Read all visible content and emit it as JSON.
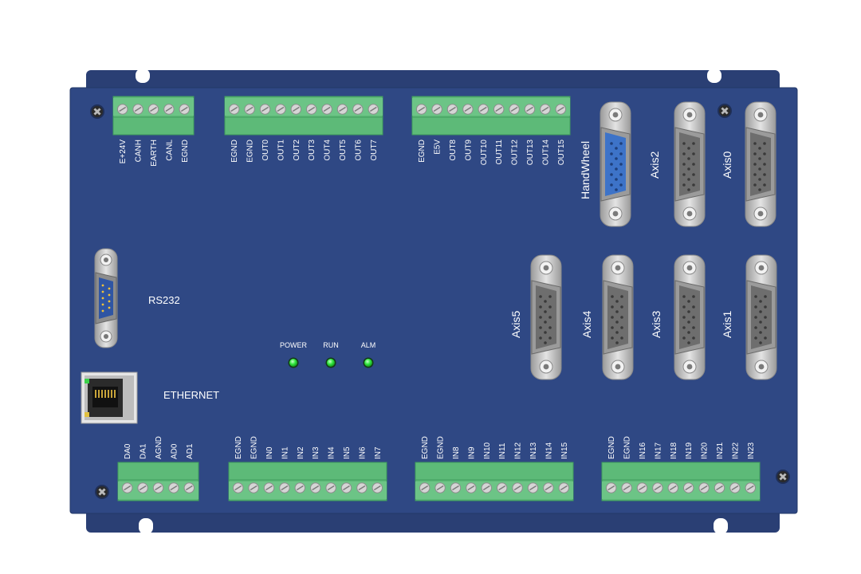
{
  "board": {
    "colors": {
      "panel": "#2f4884",
      "panel_edge": "#233867",
      "terminal": "#5dba78",
      "terminal_dark": "#3f9c5c",
      "screw": "#d5d5d5",
      "db_metal": "#c9c9c9",
      "db_body": "#6e6e6e",
      "db_blue": "#3d73c8",
      "led": "#2fe63c"
    }
  },
  "top_blocks": [
    {
      "pins": [
        "E+24V",
        "CANH",
        "EARTH",
        "CANL",
        "EGND"
      ]
    },
    {
      "pins": [
        "EGND",
        "EGND",
        "OUT0",
        "OUT1",
        "OUT2",
        "OUT3",
        "OUT4",
        "OUT5",
        "OUT6",
        "OUT7"
      ]
    },
    {
      "pins": [
        "EGND",
        "E5V",
        "OUT8",
        "OUT9",
        "OUT10",
        "OUT11",
        "OUT12",
        "OUT13",
        "OUT14",
        "OUT15"
      ]
    }
  ],
  "bottom_blocks": [
    {
      "pins": [
        "DA0",
        "DA1",
        "AGND",
        "AD0",
        "AD1"
      ]
    },
    {
      "pins": [
        "EGND",
        "EGND",
        "IN0",
        "IN1",
        "IN2",
        "IN3",
        "IN4",
        "IN5",
        "IN6",
        "IN7"
      ]
    },
    {
      "pins": [
        "EGND",
        "EGND",
        "IN8",
        "IN9",
        "IN10",
        "IN11",
        "IN12",
        "IN13",
        "IN14",
        "IN15"
      ]
    },
    {
      "pins": [
        "EGND",
        "EGND",
        "IN16",
        "IN17",
        "IN18",
        "IN19",
        "IN20",
        "IN21",
        "IN22",
        "IN23"
      ]
    }
  ],
  "connectors": {
    "handwheel": "HandWheel",
    "axes": [
      "Axis0",
      "Axis1",
      "Axis2",
      "Axis3",
      "Axis4",
      "Axis5"
    ],
    "rs232": "RS232",
    "ethernet": "ETHERNET"
  },
  "leds": [
    {
      "label": "POWER"
    },
    {
      "label": "RUN"
    },
    {
      "label": "ALM"
    }
  ]
}
